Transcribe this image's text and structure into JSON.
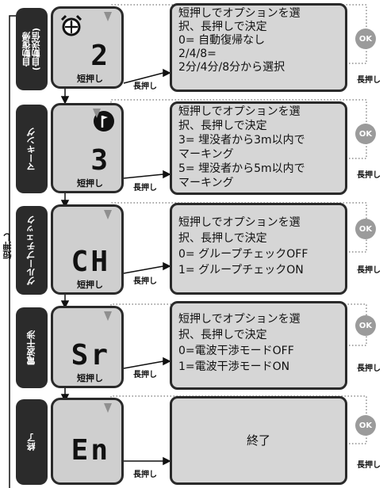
{
  "rows": [
    {
      "tab": "自動復帰\n(自動送信)",
      "display": "2",
      "short_label": "短押し",
      "long_label": "長押し",
      "ok_label": "OK",
      "ok_long_label": "長押し",
      "description": [
        "短押しでオプションを選",
        "択、長押しで決定",
        "0= 自動復帰なし",
        "2/4/8=",
        "2分/4分/8分から選択"
      ],
      "badge": "alarm-clock-icon"
    },
    {
      "tab": "マーキング",
      "display": "3",
      "short_label": "短押し",
      "long_label": "長押し",
      "ok_label": "OK",
      "ok_long_label": "長押し",
      "description": [
        "短押しでオプションを選",
        "択、長押しで決定",
        "3= 埋没者から3m以内で",
        "マーキング",
        "5= 埋没者から5m以内で",
        "マーキング"
      ],
      "badge": "flag-icon"
    },
    {
      "tab": "グループチェック",
      "display": "CH",
      "short_label": "短押し",
      "long_label": "長押し",
      "ok_label": "OK",
      "ok_long_label": "長押し",
      "description": [
        "短押しでオプションを選",
        "択、長押しで決定",
        "0= グループチェックOFF",
        "1= グループチェックON"
      ]
    },
    {
      "tab": "電波干渉",
      "display": "Sr",
      "short_label": "短押し",
      "long_label": "長押し",
      "ok_label": "OK",
      "ok_long_label": "長押し",
      "description": [
        "短押しでオプションを選",
        "択、長押しで決定",
        "0=電波干渉モードOFF",
        "1=電波干渉モードON"
      ]
    },
    {
      "tab": "終了",
      "display": "En",
      "long_label": "長押し",
      "ok_label": "OK",
      "ok_long_label": "長押し",
      "description": [
        "終了"
      ]
    }
  ],
  "side_label": "短押し",
  "colors": {
    "tab": "#2b2b2b",
    "lcd": "#cfcfcf",
    "desc": "#d6d6d6",
    "ok": "#9b9b9b"
  }
}
